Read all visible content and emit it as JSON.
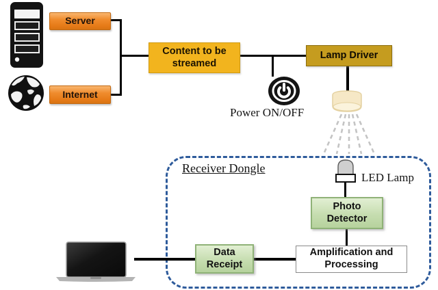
{
  "diagram": {
    "nodes": {
      "server": "Server",
      "internet": "Internet",
      "content": "Content to be streamed",
      "lamp_driver": "Lamp Driver",
      "power_label": "Power ON/OFF",
      "receiver_dongle_title": "Receiver Dongle",
      "led_lamp_label": "LED Lamp",
      "photo_detector": "Photo Detector",
      "amplification": "Amplification and Processing",
      "data_receipt": "Data Receipt"
    },
    "icons": [
      "server-tower-icon",
      "globe-icon",
      "power-button-icon",
      "ceiling-lamp-icon",
      "light-rays-icon",
      "led-bulb-icon",
      "laptop-icon"
    ],
    "colors": {
      "orange_box": "#ee8a2a",
      "yellow_box": "#f2b41e",
      "gold_box": "#c59c1f",
      "green_box": "#c6ddb0",
      "green_border": "#8fb277",
      "white_box_border": "#8a8a8a",
      "dashed_border": "#2e5b9b",
      "lamp_beige": "#f6e8c6",
      "connector": "#000000"
    }
  }
}
